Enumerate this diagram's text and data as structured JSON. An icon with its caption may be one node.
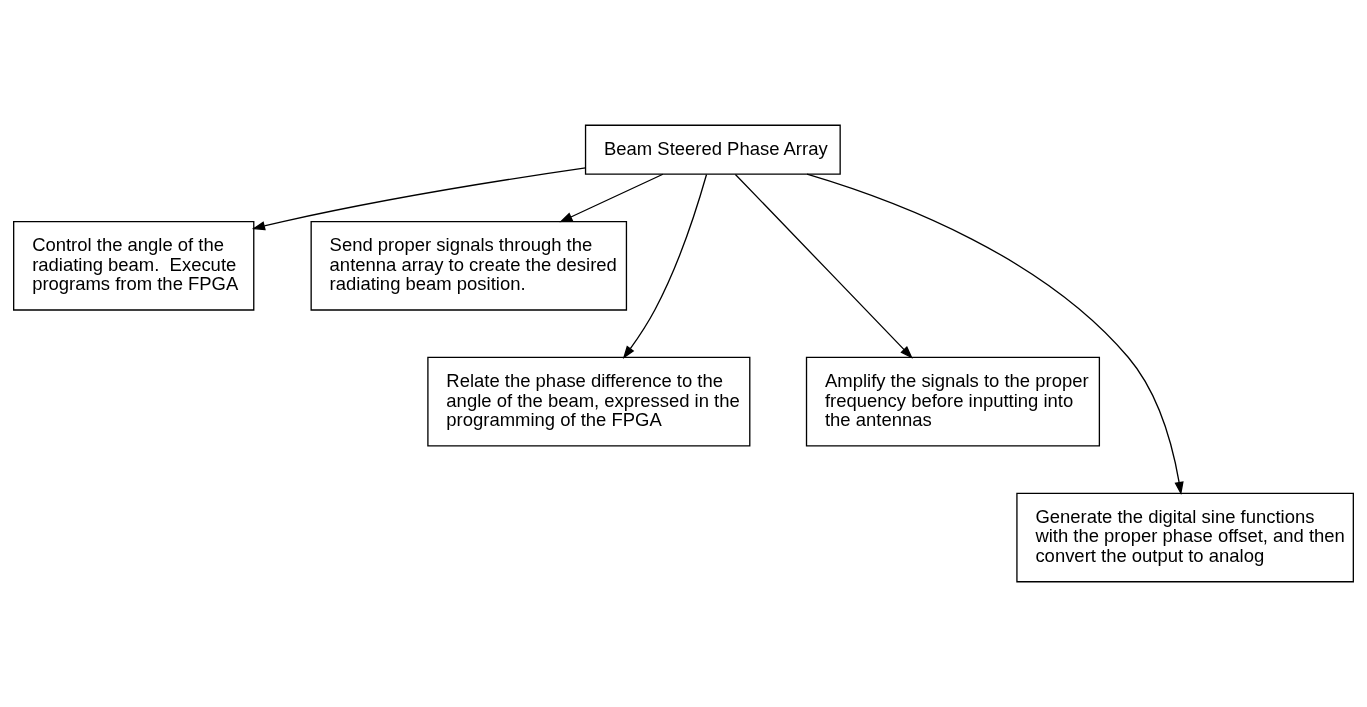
{
  "diagram": {
    "nodes": [
      {
        "text": [
          "Beam Steered Phase Array"
        ]
      },
      {
        "text": [
          "Control the angle of the radiating beam.  Execute programs from the FPGA"
        ]
      },
      {
        "text": [
          "Send proper signals through the antenna array to create the desired radiating beam position."
        ]
      },
      {
        "text": [
          "Relate the phase difference to the angle of the beam, expressed in the programming of the FPGA"
        ]
      },
      {
        "text": [
          "Amplify the signals to the proper frequency before inputting into the antennas"
        ]
      },
      {
        "text": [
          "Generate the digital sine functions with the proper phase offset, and then convert the output to analog"
        ]
      }
    ],
    "edges": [
      {
        "from": 0,
        "to": 1,
        "arrow": "to"
      },
      {
        "from": 0,
        "to": 3,
        "arrow": "to"
      },
      {
        "from": 0,
        "to": 5,
        "arrow": "to"
      },
      {
        "from": 0,
        "to": 4,
        "arrow": "to"
      },
      {
        "from": 0,
        "to": 2,
        "arrow": "to"
      }
    ]
  }
}
